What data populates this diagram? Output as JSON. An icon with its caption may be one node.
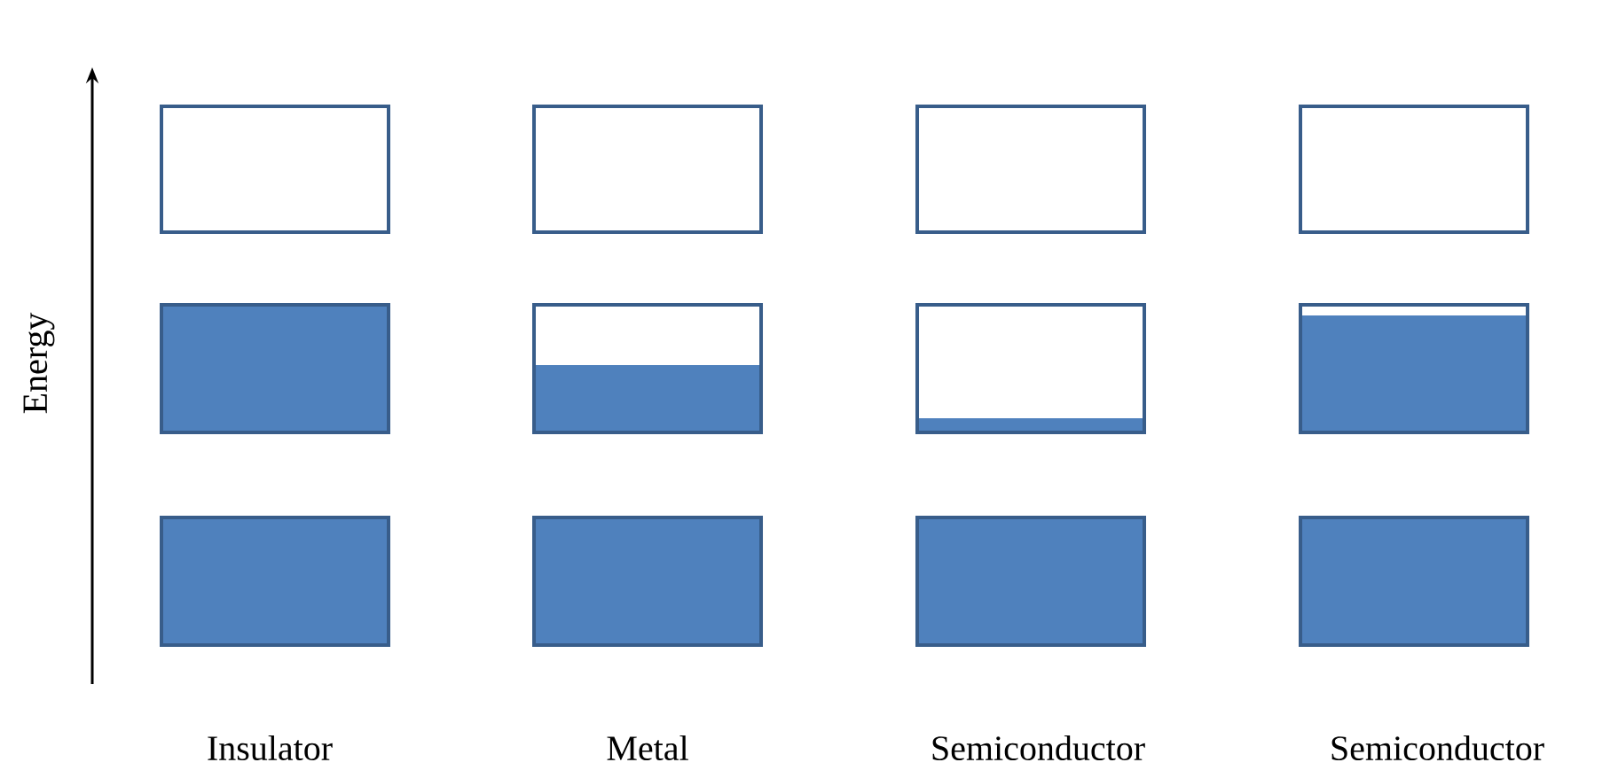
{
  "diagram": {
    "nodes": [
      {
        "text": [],
        "shape": "box"
      },
      {
        "text": [],
        "shape": "box"
      },
      {
        "text": [],
        "shape": "box"
      },
      {
        "text": [],
        "shape": "box"
      },
      {
        "text": [],
        "shape": "box"
      },
      {
        "text": [],
        "shape": "box"
      },
      {
        "text": [],
        "shape": "box"
      },
      {
        "text": [],
        "shape": "box"
      },
      {
        "text": [],
        "shape": "box"
      },
      {
        "text": [],
        "shape": "box"
      },
      {
        "text": [],
        "shape": "box"
      },
      {
        "text": [],
        "shape": "box"
      }
    ],
    "labels": [
      "Energy",
      "Insulator",
      "Metal",
      "Semiconductor",
      "Semiconductor"
    ]
  }
}
